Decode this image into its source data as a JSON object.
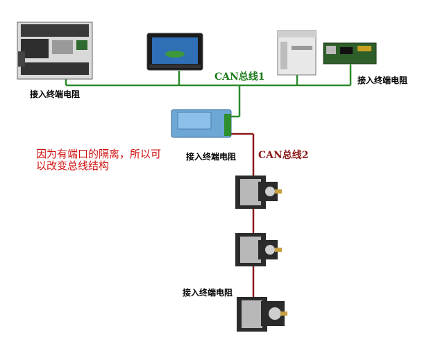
{
  "labels": {
    "terminal_resistor_1": "接入终端电阻",
    "terminal_resistor_2": "接入终端电阻",
    "terminal_resistor_3": "接入终端电阻",
    "terminal_resistor_4": "接入终端电阻",
    "can_bus_1": "CAN总线1",
    "can_bus_2": "CAN总线2",
    "isolation_note": "因为有端口的隔离，所以可以改变总线结构"
  },
  "colors": {
    "bus1": "#2a8a2a",
    "bus2": "#8b1a1a",
    "note": "#d01010"
  }
}
